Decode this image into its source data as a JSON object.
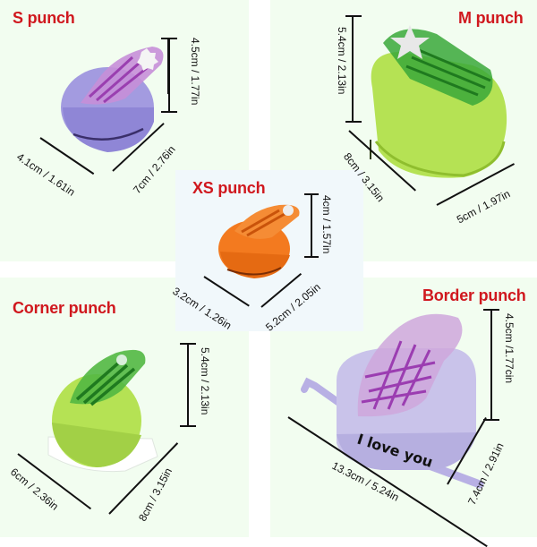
{
  "image_type": "product dimension infographic",
  "colors": {
    "panel_bg": "#f2fdf0",
    "center_bg": "#f1f8fb",
    "title_red": "#d0181e",
    "lavender": "#a39be0",
    "lime": "#b5e254",
    "orange": "#f37a1f",
    "green_lever": "#2fa82a",
    "purple_lever": "#b54bc6",
    "lilac": "#c9c3ea"
  },
  "products": [
    {
      "id": "s",
      "title": "S punch",
      "body_color": "lavender",
      "shape": "flower",
      "dimensions": {
        "height": "4.5cm / 1.77in",
        "width": "4.1cm / 1.61in",
        "length": "7cm / 2.76in"
      }
    },
    {
      "id": "m",
      "title": "M punch",
      "body_color": "lime",
      "shape": "star",
      "dimensions": {
        "height": "5.4cm / 2.13in",
        "length": "8cm / 3.15in",
        "width": "5cm / 1.97in"
      }
    },
    {
      "id": "xs",
      "title": "XS punch",
      "body_color": "orange",
      "shape": "circle",
      "dimensions": {
        "height": "4cm / 1.57in",
        "width": "3.2cm / 1.26in",
        "length": "5.2cm / 2.05in"
      }
    },
    {
      "id": "corner",
      "title": "Corner punch",
      "body_color": "lime",
      "shape": "corner",
      "dimensions": {
        "height": "5.4cm / 2.13in",
        "width": "6cm / 2.36in",
        "length": "8cm / 3.15in"
      }
    },
    {
      "id": "border",
      "title": "Border punch",
      "body_color": "lilac",
      "shape": "grid",
      "embossed_text": "I love you",
      "dimensions": {
        "height": "4.5cm /1.77cin",
        "length": "13.3cm / 5.24in",
        "width": "7.4cm / 2.91in"
      }
    }
  ]
}
